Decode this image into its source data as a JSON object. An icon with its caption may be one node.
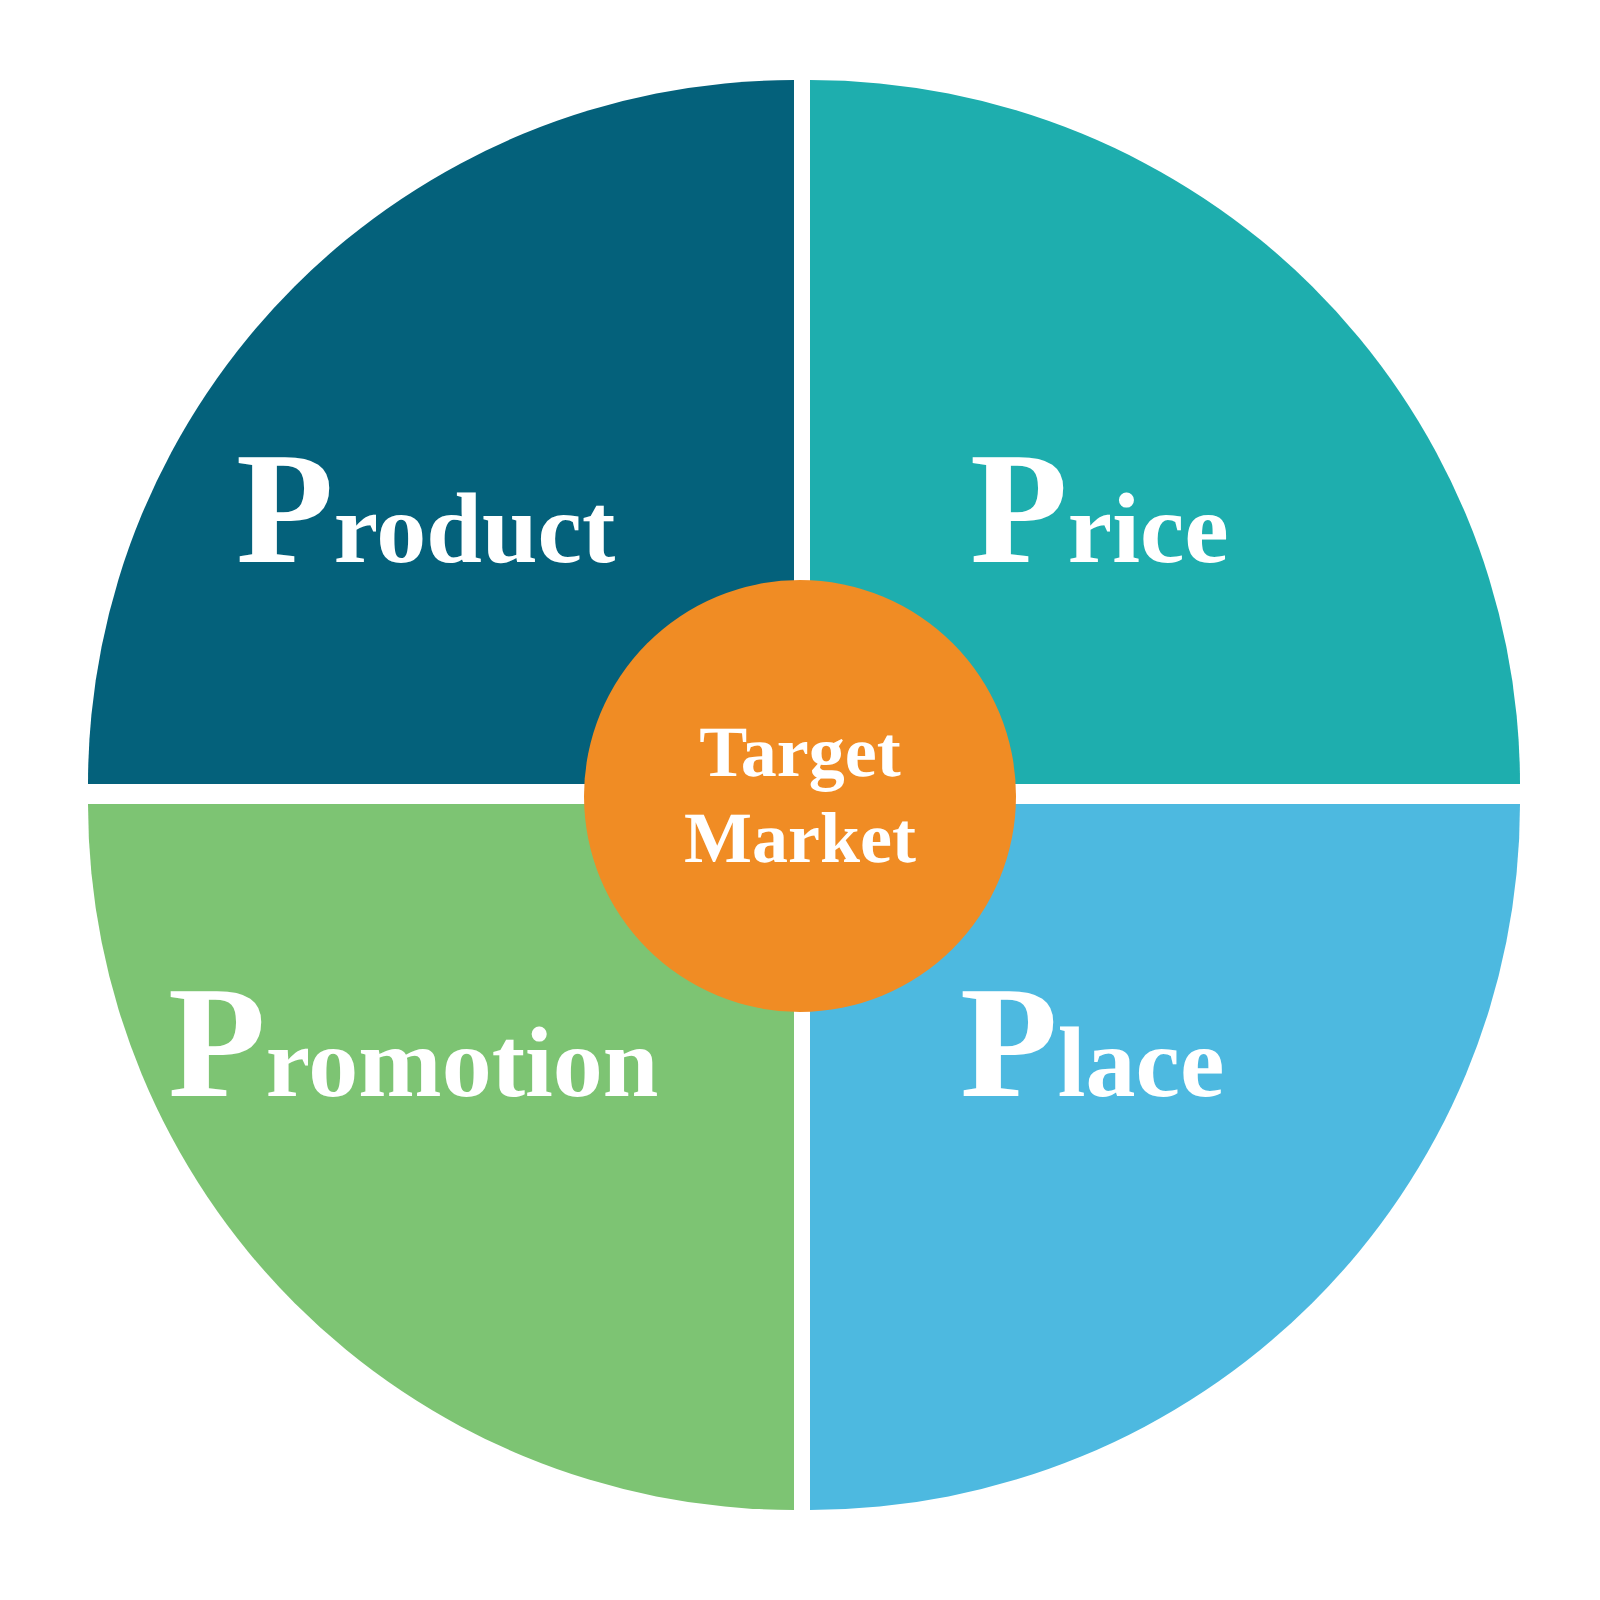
{
  "diagram": {
    "nodes": [
      {
        "text": [
          "Product"
        ]
      },
      {
        "text": [
          "Price"
        ]
      },
      {
        "text": [
          "Promotion"
        ]
      },
      {
        "text": [
          "Place"
        ]
      },
      {
        "text": [
          "Target Market"
        ]
      }
    ]
  }
}
